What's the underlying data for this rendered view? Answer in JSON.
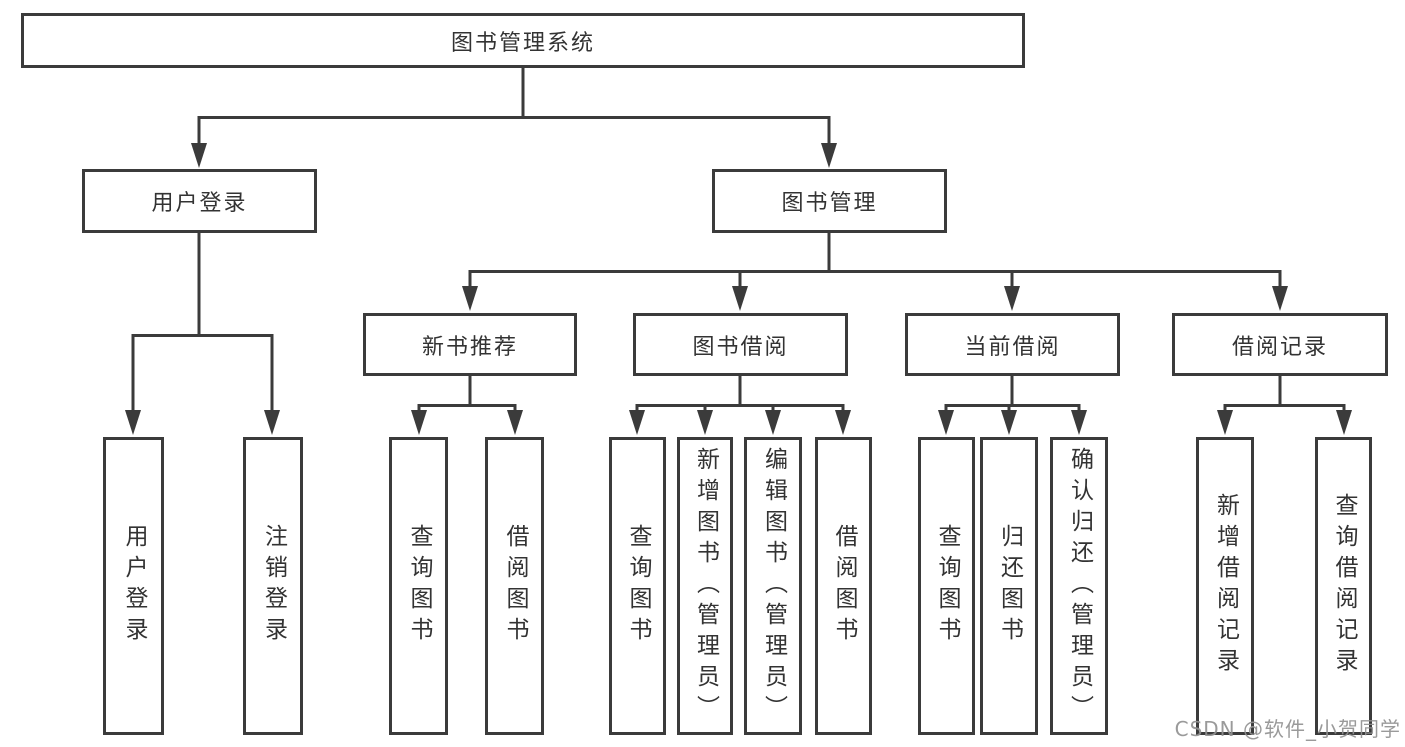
{
  "diagram_type": "hierarchy-tree",
  "tree": {
    "label": "图书管理系统",
    "children": [
      {
        "label": "用户登录",
        "children": [
          {
            "label": "用户登录"
          },
          {
            "label": "注销登录"
          }
        ]
      },
      {
        "label": "图书管理",
        "children": [
          {
            "label": "新书推荐",
            "children": [
              {
                "label": "查询图书"
              },
              {
                "label": "借阅图书"
              }
            ]
          },
          {
            "label": "图书借阅",
            "children": [
              {
                "label": "查询图书"
              },
              {
                "label": "新增图书（管理员）"
              },
              {
                "label": "编辑图书（管理员）"
              },
              {
                "label": "借阅图书"
              }
            ]
          },
          {
            "label": "当前借阅",
            "children": [
              {
                "label": "查询图书"
              },
              {
                "label": "归还图书"
              },
              {
                "label": "确认归还（管理员）"
              }
            ]
          },
          {
            "label": "借阅记录",
            "children": [
              {
                "label": "新增借阅记录"
              },
              {
                "label": "查询借阅记录"
              }
            ]
          }
        ]
      }
    ]
  },
  "watermark": {
    "text": "CSDN @软件_小贺同学"
  },
  "colors": {
    "line": "#3b3b3b",
    "box_border": "#3b3b3b",
    "text": "#333333",
    "watermark": "#919191",
    "background": "#ffffff"
  }
}
